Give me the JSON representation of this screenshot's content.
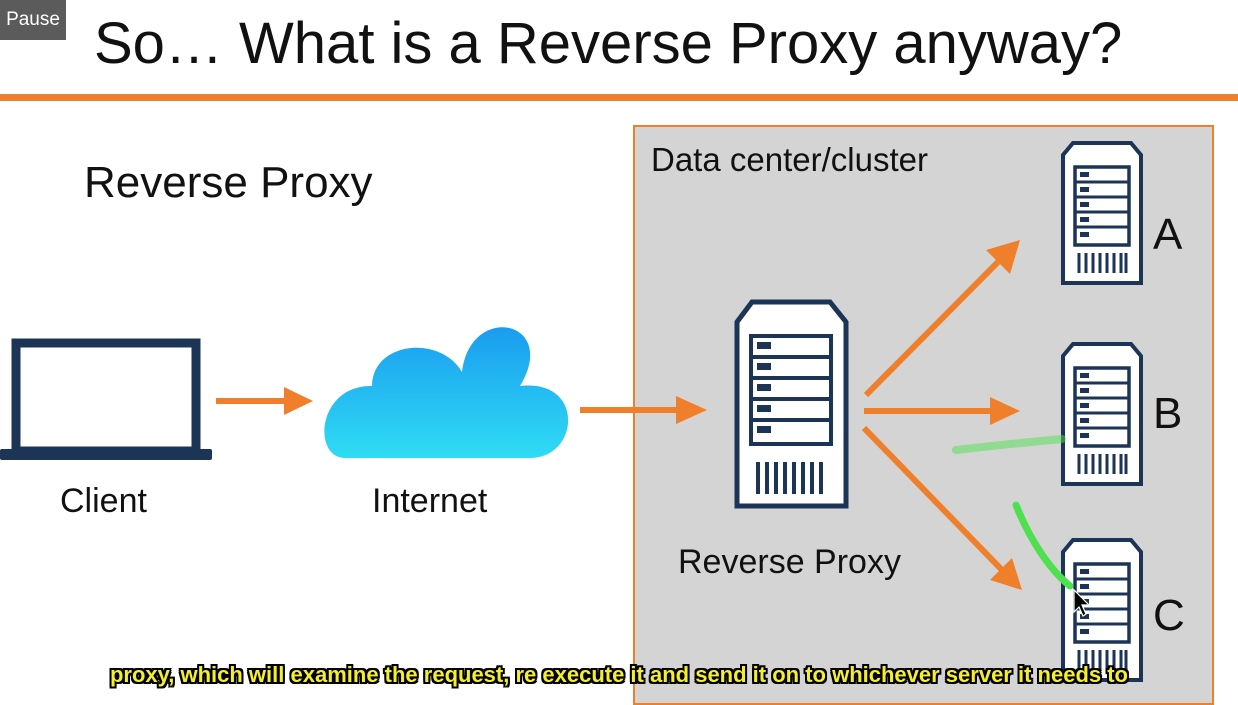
{
  "player": {
    "pause_label": "Pause"
  },
  "slide": {
    "title": "So… What is a Reverse Proxy anyway?",
    "heading": "Reverse Proxy",
    "datacenter_label": "Data center/cluster",
    "client_label": "Client",
    "internet_label": "Internet",
    "proxy_label": "Reverse Proxy",
    "servers": [
      {
        "letter": "A"
      },
      {
        "letter": "B"
      },
      {
        "letter": "C"
      }
    ]
  },
  "subtitle": "proxy, which will examine the request, re execute it and send it on to whichever server it needs to",
  "colors": {
    "accent": "#ef7f2b",
    "navy": "#1c3557",
    "cloud_top": "#1a9cf0",
    "cloud_bottom": "#2fdcf3",
    "datacenter_bg": "#d4d4d4",
    "annotation": "#4ee04e",
    "subtitle": "#f4ee2e"
  },
  "icons": [
    "laptop-icon",
    "cloud-icon",
    "server-icon",
    "arrow-icon",
    "cursor-icon"
  ]
}
